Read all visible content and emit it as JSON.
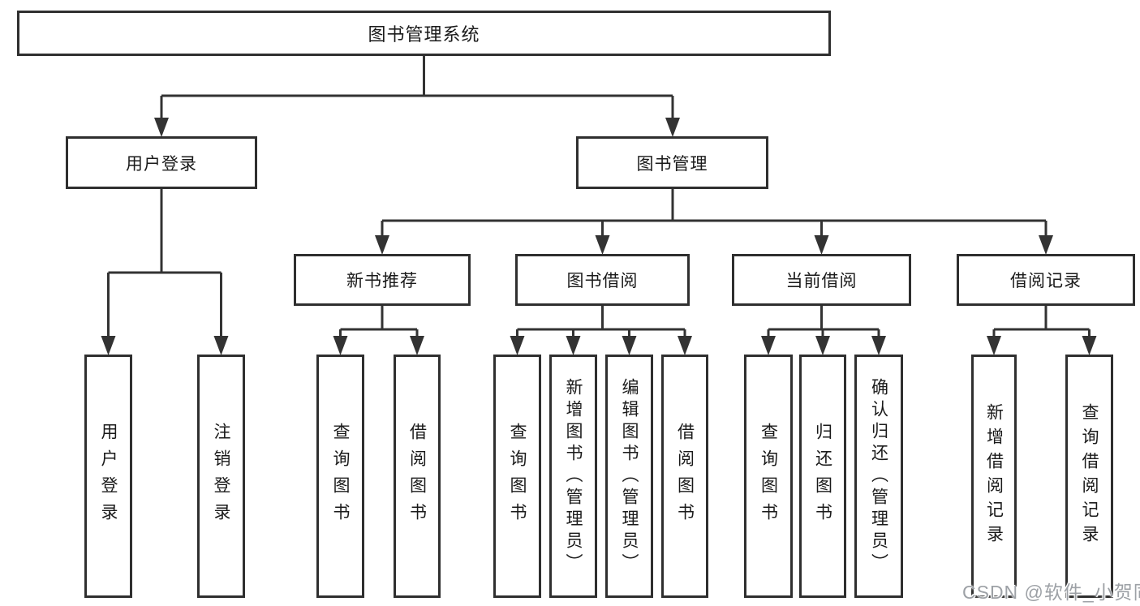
{
  "diagram": {
    "root": {
      "label": "图书管理系统"
    },
    "level2": [
      {
        "label": "用户登录"
      },
      {
        "label": "图书管理"
      }
    ],
    "level3": [
      {
        "label": "新书推荐"
      },
      {
        "label": "图书借阅"
      },
      {
        "label": "当前借阅"
      },
      {
        "label": "借阅记录"
      }
    ],
    "leaves": {
      "user_login": [
        "用户登录",
        "注销登录"
      ],
      "new_book": [
        "查询图书",
        "借阅图书"
      ],
      "book_borrow": [
        "查询图书",
        "新增图书（管理员）",
        "编辑图书（管理员）",
        "借阅图书"
      ],
      "current_borrow": [
        "查询图书",
        "归还图书",
        "确认归还（管理员）"
      ],
      "borrow_record": [
        "新增借阅记录",
        "查询借阅记录"
      ]
    }
  },
  "watermark": {
    "text": "CSDN @软件_小贺同学"
  },
  "colors": {
    "line": "#333333",
    "border": "#2f2f2f",
    "text": "#1a1a1a",
    "background": "#ffffff",
    "watermark": "#9da1a6"
  }
}
